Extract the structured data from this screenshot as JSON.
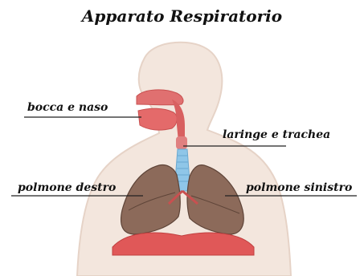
{
  "title": "Apparato Respiratorio",
  "labels": {
    "mouth_nose": "bocca e naso",
    "larynx_trachea": "laringe e trachea",
    "right_lung": "polmone destro",
    "left_lung": "polmone sinistro"
  },
  "colors": {
    "skin": "#f3e6dd",
    "skin_shadow": "#e8d2c4",
    "airway": "#e06a6a",
    "trachea": "#8fc6e8",
    "lung": "#8c6a5a",
    "diaphragm": "#e05858"
  }
}
